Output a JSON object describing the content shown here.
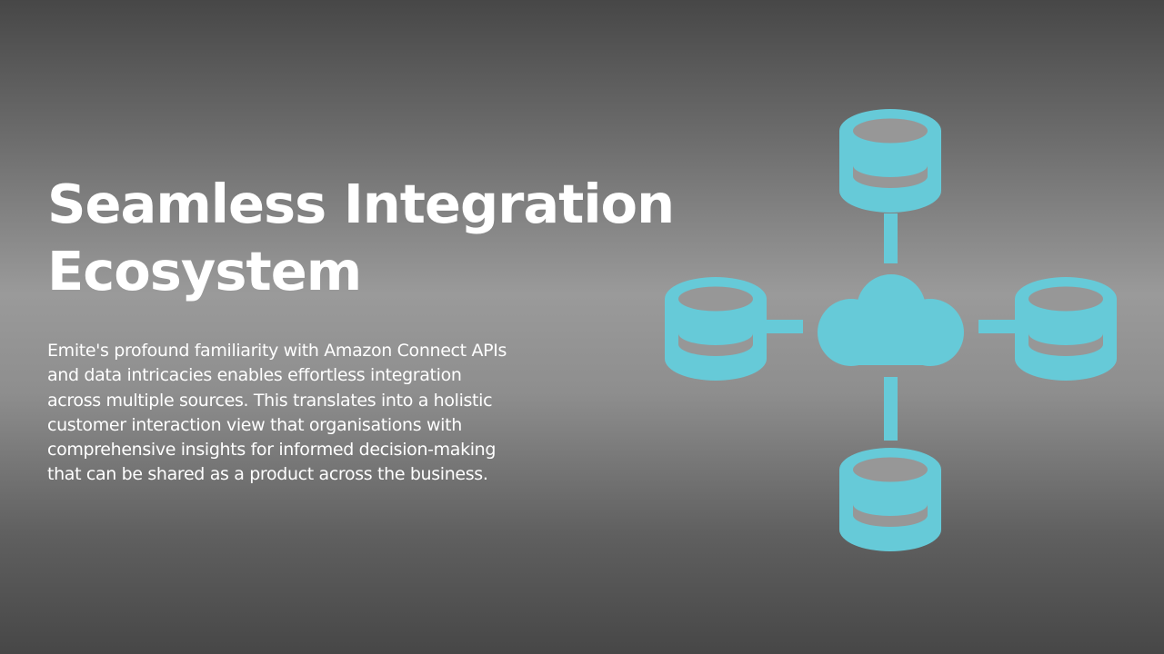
{
  "slide": {
    "title_lines": [
      "Seamless Integration",
      "Ecosystem"
    ],
    "body_lines": [
      "Emite's profound familiarity with Amazon Connect APIs",
      "and data intricacies enables effortless integration",
      "across multiple sources. This translates into a holistic",
      "customer interaction view that organisations with",
      "comprehensive insights for informed decision-making",
      "that can be shared as a product across the business."
    ]
  },
  "diagram": {
    "accent_color": "#66cad8",
    "center_icon": "cloud-icon",
    "node_icon": "database-icon"
  }
}
